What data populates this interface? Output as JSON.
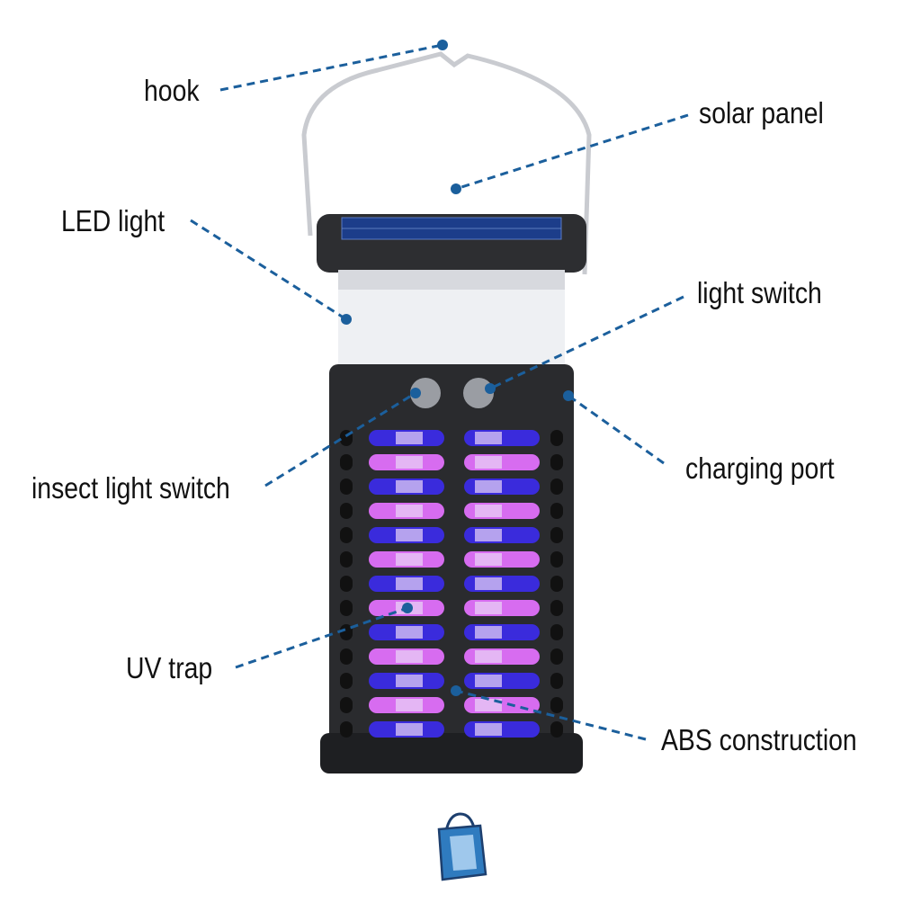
{
  "labels": {
    "hook": "hook",
    "solar_panel": "solar panel",
    "led_light": "LED light",
    "light_switch": "light switch",
    "charging_port": "charging port",
    "insect_light_switch": "insect light switch",
    "uv_trap": "UV trap",
    "abs_construction": "ABS construction"
  },
  "icons": {
    "bottom": "shopping-bag-icon"
  },
  "colors": {
    "leader": "#1b5f9c",
    "body": "#2a2b2e",
    "uv_purple": "#d76cf0",
    "uv_blue": "#3a2bdc",
    "bag": "#2f7bbf"
  }
}
